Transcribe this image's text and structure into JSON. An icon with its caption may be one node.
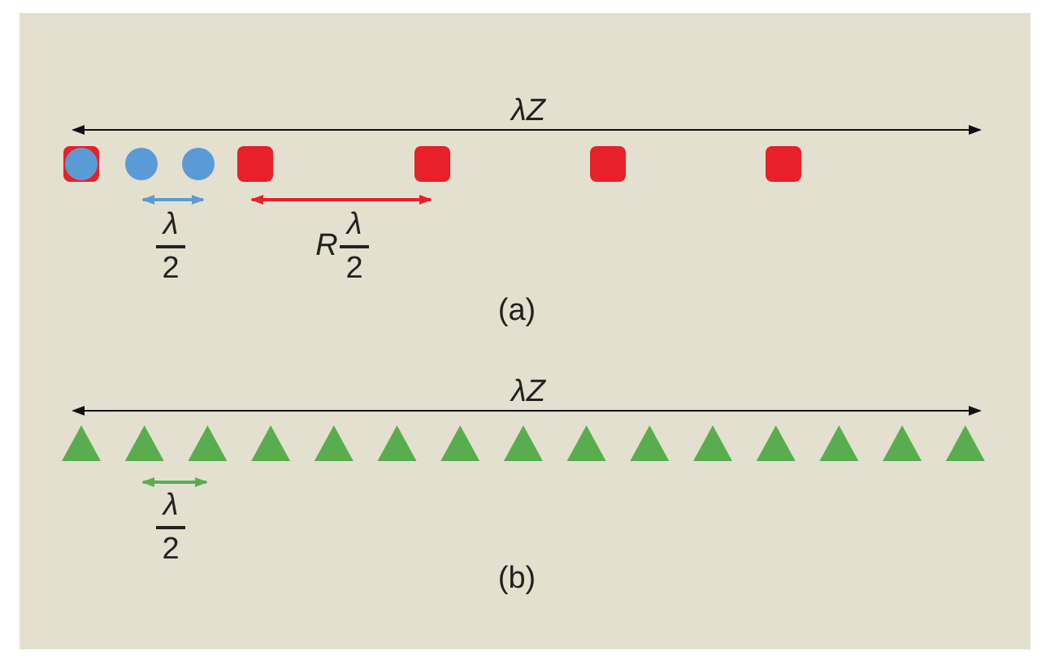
{
  "diagram": {
    "labels": [
      "λZ",
      "λ",
      "2",
      "R",
      "λ",
      "2",
      "(a)",
      "λZ",
      "λ",
      "2",
      "(b)"
    ]
  }
}
